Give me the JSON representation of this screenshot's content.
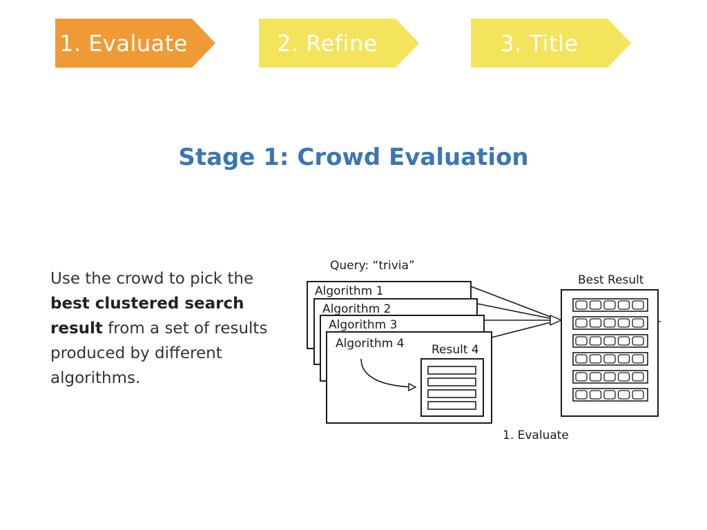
{
  "steps": [
    {
      "label": "1. Evaluate",
      "color": "#f09a36"
    },
    {
      "label": "2. Refine",
      "color": "#f4e45c"
    },
    {
      "label": "3. Title",
      "color": "#f4e45c"
    }
  ],
  "stage_title": "Stage 1: Crowd Evaluation",
  "description": {
    "part1": "Use the crowd to pick the ",
    "bold": "best clustered search result",
    "part2": " from a set of results produced by different algorithms."
  },
  "diagram": {
    "query_label": "Query: “trivia”",
    "algorithms": [
      "Algorithm 1",
      "Algorithm 2",
      "Algorithm 3",
      "Algorithm 4"
    ],
    "result_label": "Result 4",
    "best_result_label": "Best Result",
    "caption": "1. Evaluate"
  },
  "colors": {
    "title": "#3b76b3",
    "orange": "#f09a36",
    "yellow": "#f4e45c"
  }
}
